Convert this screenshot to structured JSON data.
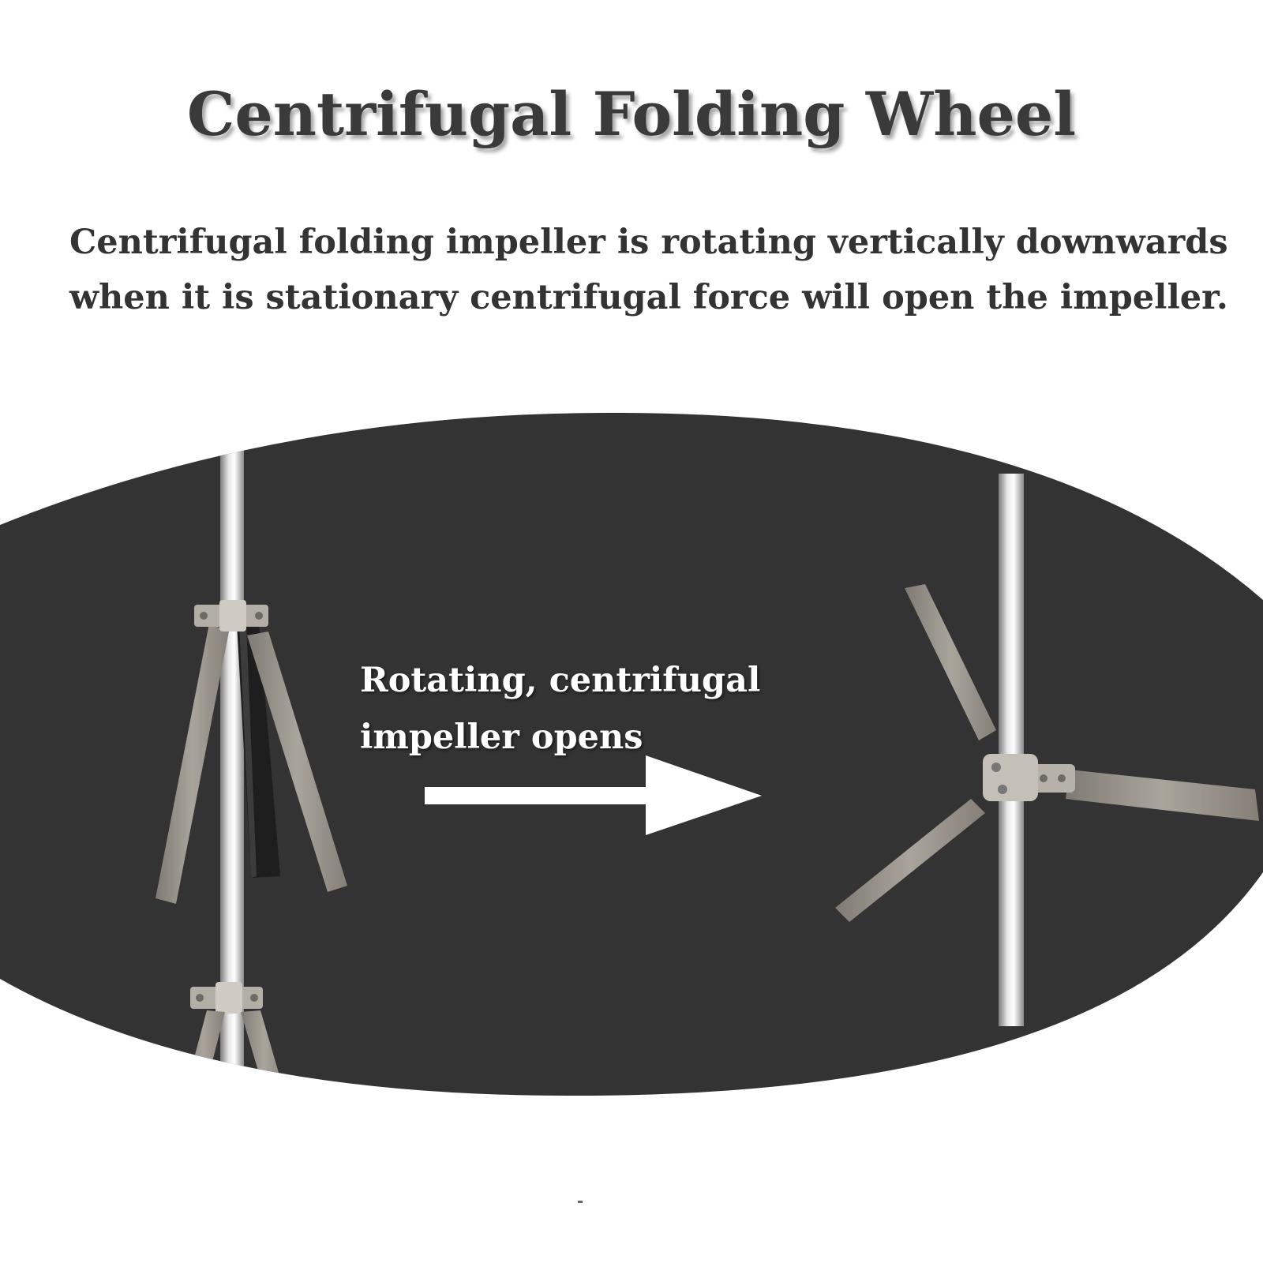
{
  "header": {
    "title": "Centrifugal Folding Wheel"
  },
  "description": {
    "line1": "Centrifugal folding impeller is rotating vertically downwards",
    "line2": "when it is stationary centrifugal force will open the impeller."
  },
  "diagram": {
    "caption_line1": "Rotating, centrifugal",
    "caption_line2": "impeller opens",
    "background_color": "#333333",
    "shaft_color": "#c8c8c8",
    "blade_color": "#9a958d",
    "arrow_color": "#ffffff",
    "icons": [
      "folded-impeller-icon",
      "opened-impeller-icon",
      "right-arrow-icon"
    ]
  }
}
